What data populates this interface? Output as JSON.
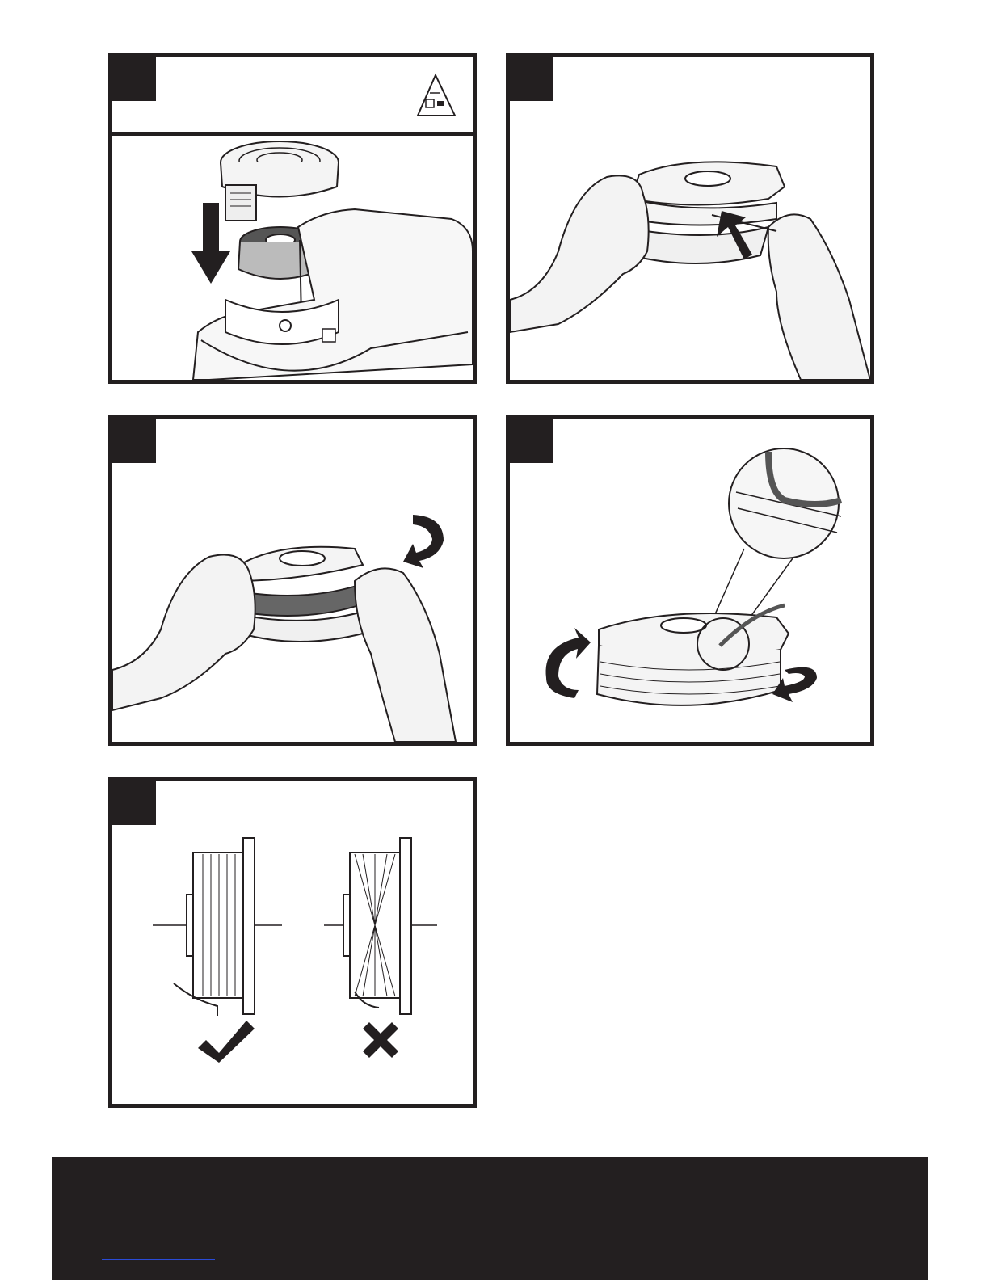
{
  "panels": [
    {
      "id": 1,
      "subject": "spool-cover-removal",
      "icon": "unplug-warning-icon"
    },
    {
      "id": 2,
      "subject": "line-insertion"
    },
    {
      "id": 3,
      "subject": "winding-line"
    },
    {
      "id": 4,
      "subject": "line-secured-detail"
    },
    {
      "id": 5,
      "subject": "winding-comparison",
      "correct_icon": "check-mark-icon",
      "incorrect_icon": "cross-mark-icon"
    }
  ],
  "colors": {
    "ink": "#231f20",
    "paper": "#ffffff",
    "skin": "#f3f3f3",
    "spool": "#e8e8e8",
    "dark_line": "#555555"
  }
}
